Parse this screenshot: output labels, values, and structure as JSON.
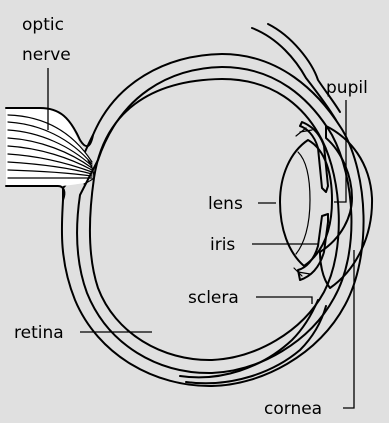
{
  "labels": {
    "optic_nerve_line1": "optic",
    "optic_nerve_line2": "nerve",
    "pupil": "pupil",
    "lens": "lens",
    "iris": "iris",
    "sclera": "sclera",
    "retina": "retina",
    "cornea": "cornea"
  },
  "colors": {
    "background": "#e0e0e0",
    "line": "#000000",
    "fill": "#ffffff"
  }
}
